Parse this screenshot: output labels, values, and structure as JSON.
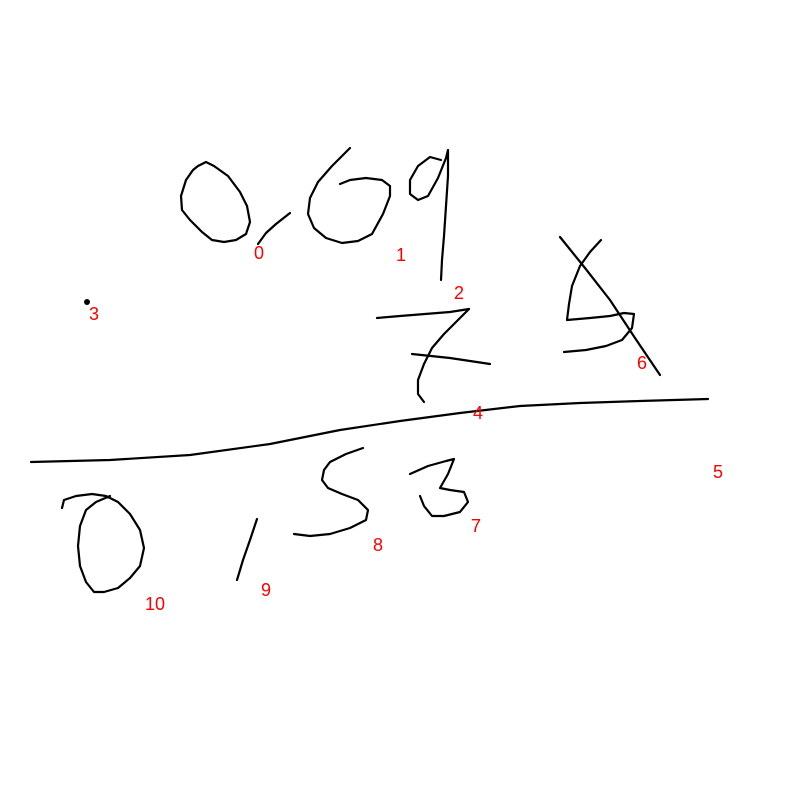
{
  "colors": {
    "background": "#ffffff",
    "ink": "#000000",
    "label": "#ff0000"
  },
  "stroke_labels": [
    "0",
    "1",
    "2",
    "3",
    "4",
    "5",
    "6",
    "7",
    "8",
    "9",
    "10"
  ]
}
